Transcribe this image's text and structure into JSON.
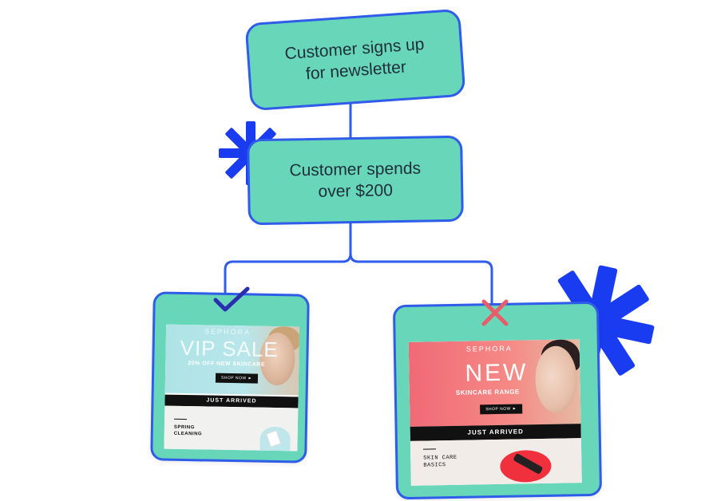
{
  "nodes": {
    "signup": {
      "label": "Customer signs up\nfor newsletter"
    },
    "spend": {
      "label": "Customer spends\nover $200"
    }
  },
  "branches": {
    "yes": {
      "marker": "check",
      "marker_color": "#2a2fb0"
    },
    "no": {
      "marker": "cross",
      "marker_color": "#e85d6a"
    }
  },
  "email_vip": {
    "brand": "SEPHORA",
    "headline": "VIP SALE",
    "subline": "20% OFF NEW SKINCARE",
    "cta": "SHOP NOW ►",
    "bar": "JUST ARRIVED",
    "section": "SPRING\nCLEANING"
  },
  "email_new": {
    "brand": "SEPHORA",
    "headline": "NEW",
    "subline": "SKINCARE RANGE",
    "cta": "SHOP NOW ►",
    "bar": "JUST ARRIVED",
    "section": "SKIN CARE\nBASICS"
  },
  "colors": {
    "node_fill": "#67d6b9",
    "node_border": "#2f5ce8",
    "connector": "#2f5ce8",
    "asterisk": "#1a3cf0"
  }
}
